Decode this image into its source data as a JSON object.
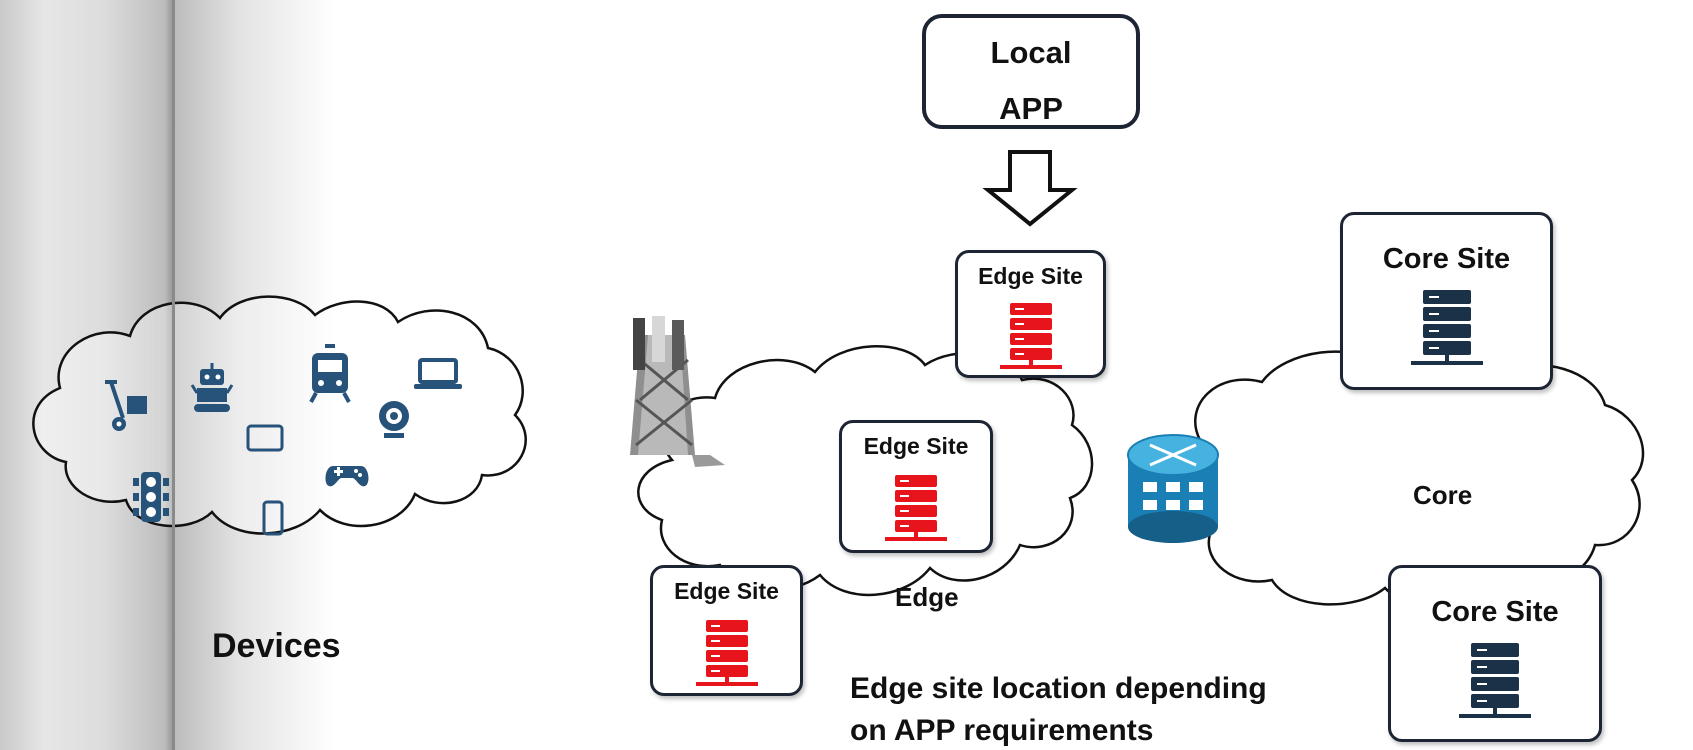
{
  "devices_label": "Devices",
  "local_app": {
    "line1": "Local",
    "line2": "APP"
  },
  "edge_sites": [
    {
      "label": "Edge Site"
    },
    {
      "label": "Edge Site"
    },
    {
      "label": "Edge Site"
    }
  ],
  "core_sites": [
    {
      "label": "Core Site"
    },
    {
      "label": "Core Site"
    }
  ],
  "edge_cloud_label": "Edge",
  "core_cloud_label": "Core",
  "caption": {
    "line1": "Edge site location depending",
    "line2": "on APP requirements"
  },
  "colors": {
    "edge_server": "#e8141b",
    "core_server": "#1b3147",
    "icon": "#27527a",
    "router": "#1c8ac0",
    "outline": "#1d2433"
  },
  "device_icons": [
    "scooter-icon",
    "robot-icon",
    "tram-icon",
    "laptop-icon",
    "webcam-icon",
    "tablet-icon",
    "traffic-light-icon",
    "game-controller-icon",
    "smartphone-icon"
  ]
}
